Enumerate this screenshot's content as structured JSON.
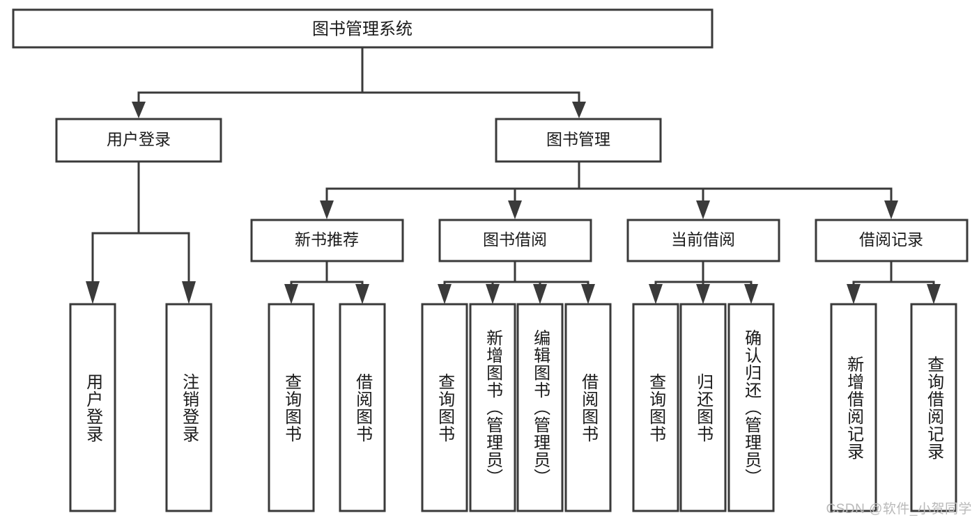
{
  "diagram": {
    "type": "tree-hierarchy",
    "title": "图书管理系统",
    "root": {
      "id": "root",
      "label": "图书管理系统"
    },
    "level1": [
      {
        "id": "user-login",
        "label": "用户登录"
      },
      {
        "id": "book-manage",
        "label": "图书管理"
      }
    ],
    "level2": [
      {
        "id": "new-book-rec",
        "label": "新书推荐",
        "parent": "book-manage"
      },
      {
        "id": "book-borrow",
        "label": "图书借阅",
        "parent": "book-manage"
      },
      {
        "id": "current-borrow",
        "label": "当前借阅",
        "parent": "book-manage"
      },
      {
        "id": "borrow-record",
        "label": "借阅记录",
        "parent": "book-manage"
      }
    ],
    "leaves": [
      {
        "id": "leaf-user-login",
        "label": "用户登录",
        "parent": "user-login"
      },
      {
        "id": "leaf-logout-login",
        "label": "注销登录",
        "parent": "user-login"
      },
      {
        "id": "leaf-query-book-1",
        "label": "查询图书",
        "parent": "new-book-rec"
      },
      {
        "id": "leaf-borrow-book-1",
        "label": "借阅图书",
        "parent": "new-book-rec"
      },
      {
        "id": "leaf-query-book-2",
        "label": "查询图书",
        "parent": "book-borrow"
      },
      {
        "id": "leaf-add-book",
        "label": "新增图书（管理员）",
        "parent": "book-borrow"
      },
      {
        "id": "leaf-edit-book",
        "label": "编辑图书（管理员）",
        "parent": "book-borrow"
      },
      {
        "id": "leaf-borrow-book-2",
        "label": "借阅图书",
        "parent": "book-borrow"
      },
      {
        "id": "leaf-query-book-3",
        "label": "查询图书",
        "parent": "current-borrow"
      },
      {
        "id": "leaf-return-book",
        "label": "归还图书",
        "parent": "current-borrow"
      },
      {
        "id": "leaf-confirm-return",
        "label": "确认归还（管理员）",
        "parent": "current-borrow"
      },
      {
        "id": "leaf-add-record",
        "label": "新增借阅记录",
        "parent": "borrow-record"
      },
      {
        "id": "leaf-query-record",
        "label": "查询借阅记录",
        "parent": "borrow-record"
      }
    ],
    "colors": {
      "box_stroke": "#3a3a3a",
      "box_fill": "#ffffff",
      "connector": "#3a3a3a",
      "text": "#1a1a1a",
      "watermark": "#b9b9b9",
      "background": "#ffffff"
    }
  },
  "watermark": {
    "text": "CSDN @软件_小贺同学"
  }
}
